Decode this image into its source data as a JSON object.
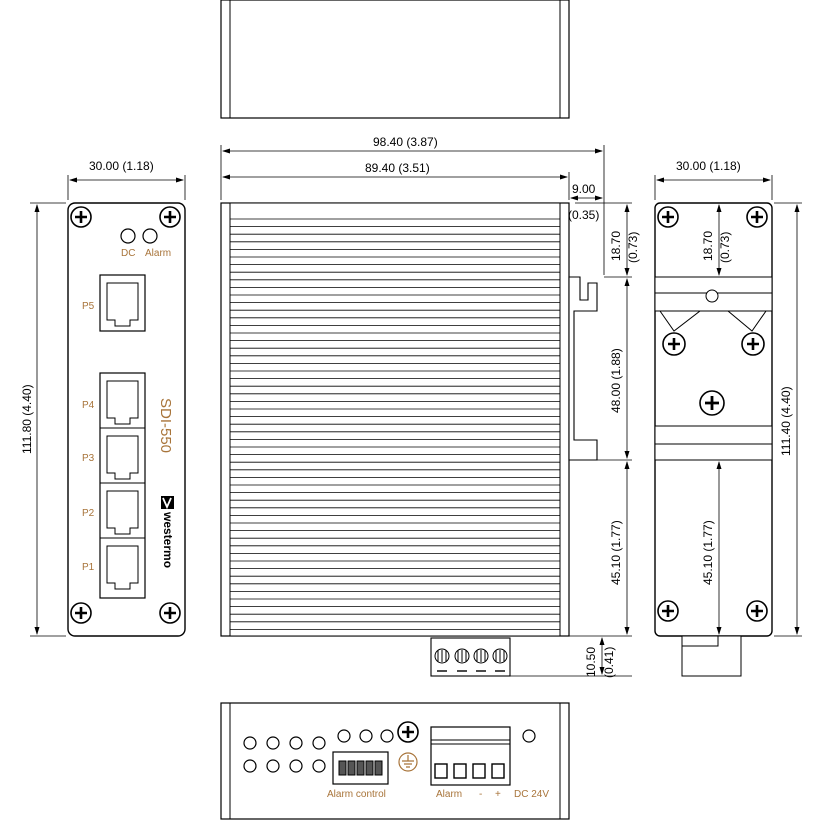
{
  "dimensions": {
    "overall_width": "98.40 (3.87)",
    "body_width": "89.40 (3.51)",
    "rail_offset": "9.00",
    "rail_offset_in": "(0.35)",
    "front_width": "30.00 (1.18)",
    "side_width": "30.00 (1.18)",
    "front_height": "111.80 (4.40)",
    "side_height": "111.40 (4.40)",
    "top_to_clip": "18.70",
    "top_to_clip_in": "(0.73)",
    "side_top_to_clip": "18.70",
    "side_top_to_clip_in": "(0.73)",
    "clip_height": "48.00 (1.88)",
    "clip_to_bottom": "45.10 (1.77)",
    "side_clip_to_bottom": "45.10 (1.77)",
    "terminal_depth": "10.50",
    "terminal_depth_in": "(0.41)"
  },
  "front_panel": {
    "led_dc": "DC",
    "led_alarm": "Alarm",
    "ports": [
      "P5",
      "P4",
      "P3",
      "P2",
      "P1"
    ],
    "model": "SDI-550",
    "brand": "westermo"
  },
  "bottom_panel": {
    "alarm_control": "Alarm control",
    "term_alarm": "Alarm",
    "term_minus": "-",
    "term_plus": "+",
    "dc_label": "DC 24V"
  },
  "colors": {
    "line": "#000000",
    "label": "#a8743a",
    "panel_fill": "#ffffff"
  }
}
